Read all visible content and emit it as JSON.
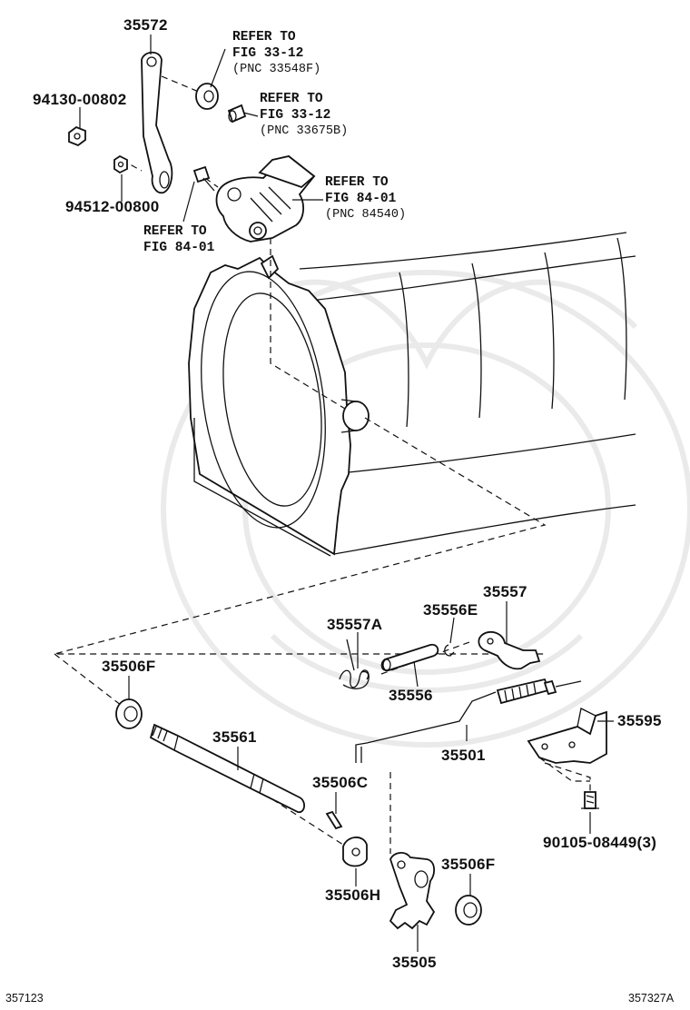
{
  "parts": {
    "p35572": "35572",
    "p9413000802": "94130-00802",
    "p9451200800": "94512-00800",
    "p35557": "35557",
    "p35556E": "35556E",
    "p35557A": "35557A",
    "p35556": "35556",
    "p35506F_left": "35506F",
    "p35561": "35561",
    "p35501": "35501",
    "p35595": "35595",
    "p35506C": "35506C",
    "p9010508449": "90105-08449(3)",
    "p35506H": "35506H",
    "p35506F_right": "35506F",
    "p35505": "35505"
  },
  "refs": {
    "ref1": {
      "line1": "REFER TO",
      "line2": "FIG 33-12",
      "line3": "(PNC 33548F)"
    },
    "ref2": {
      "line1": "REFER TO",
      "line2": "FIG 33-12",
      "line3": "(PNC 33675B)"
    },
    "ref3": {
      "line1": "REFER TO",
      "line2": "FIG 84-01",
      "line3": "(PNC 84540)"
    },
    "ref4": {
      "line1": "REFER TO",
      "line2": "FIG 84-01"
    }
  },
  "footer": {
    "left": "357123",
    "right": "357327A"
  }
}
